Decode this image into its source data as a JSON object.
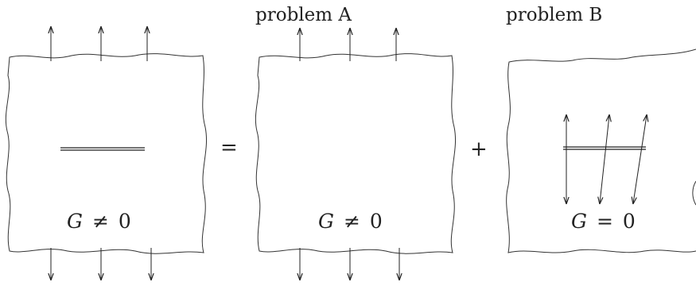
{
  "panels": [
    {
      "title": "",
      "formula": {
        "symbol": "G",
        "relation": "≠",
        "value": "0"
      }
    },
    {
      "title": "problem A",
      "formula": {
        "symbol": "G",
        "relation": "≠",
        "value": "0"
      }
    },
    {
      "title": "problem B",
      "formula": {
        "symbol": "G",
        "relation": "=",
        "value": "0"
      }
    }
  ],
  "operators": {
    "equals": "=",
    "plus": "+"
  }
}
